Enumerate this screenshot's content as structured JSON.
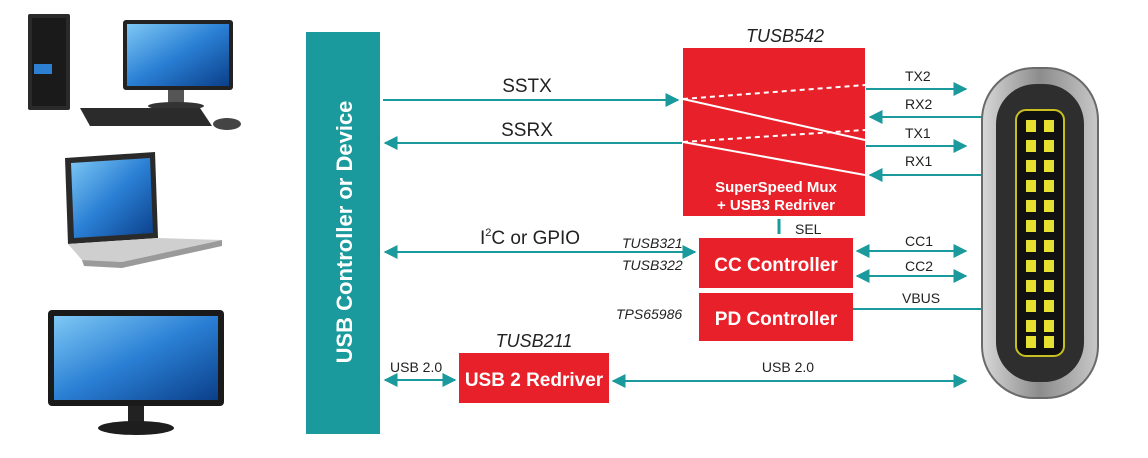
{
  "controller": {
    "label": "USB Controller or Device"
  },
  "mux": {
    "part": "TUSB542",
    "line1": "SuperSpeed Mux",
    "line2": "+ USB3 Redriver",
    "sel": "SEL"
  },
  "cc": {
    "label": "CC Controller",
    "part1": "TUSB321",
    "part2": "TUSB322"
  },
  "pd": {
    "label": "PD Controller",
    "part": "TPS65986"
  },
  "redriver": {
    "label": "USB 2 Redriver",
    "part": "TUSB211"
  },
  "signals": {
    "sstx": "SSTX",
    "ssrx": "SSRX",
    "i2c_prefix": "I",
    "i2c_sup": "2",
    "i2c_suffix": "C or GPIO",
    "usb2_left": "USB 2.0",
    "usb2_right": "USB 2.0",
    "tx2": "TX2",
    "rx2": "RX2",
    "tx1": "TX1",
    "rx1": "RX1",
    "cc1": "CC1",
    "cc2": "CC2",
    "vbus": "VBUS"
  },
  "colors": {
    "teal": "#1a9a9c",
    "red": "#e8202a",
    "text": "#222222"
  }
}
